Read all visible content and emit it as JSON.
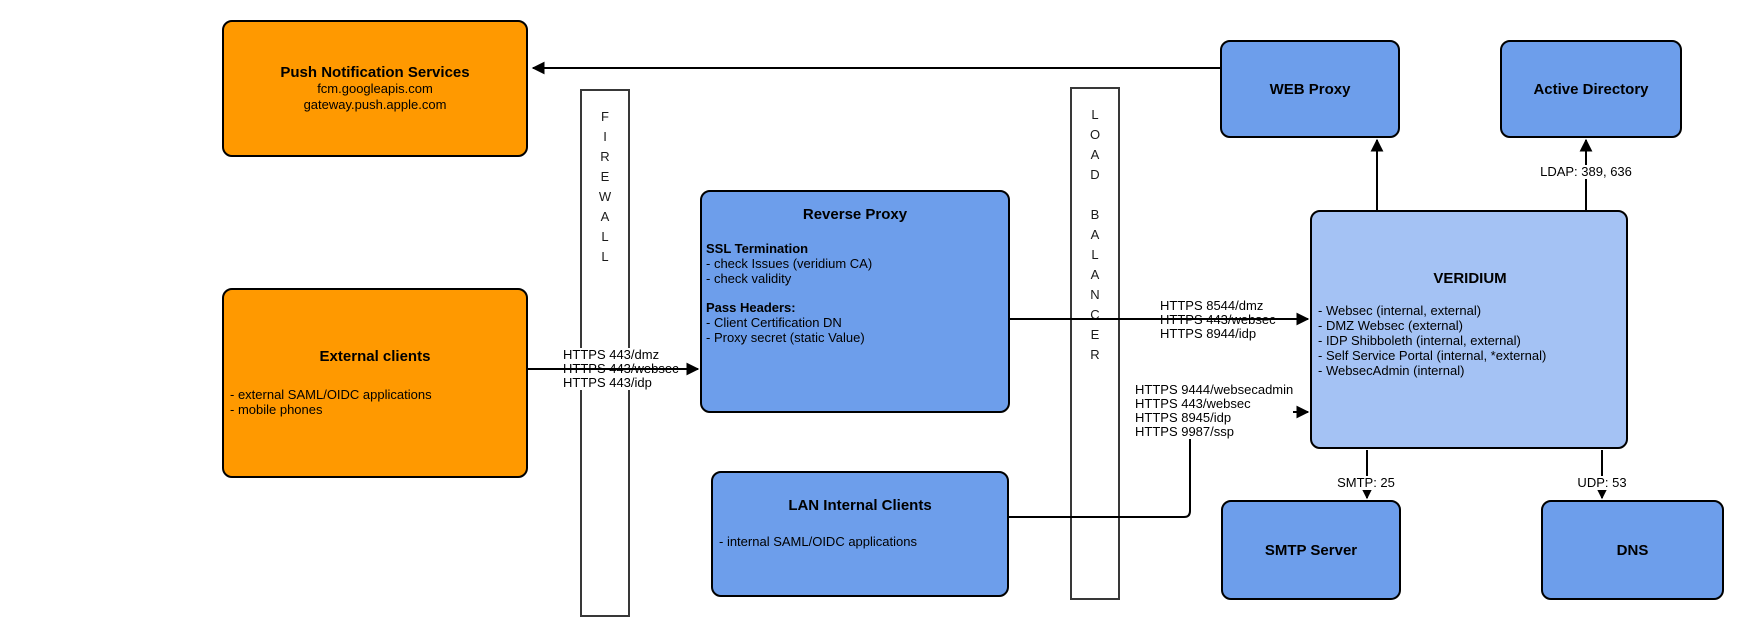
{
  "diagram": {
    "nodes": {
      "push": {
        "title": "Push Notification Services",
        "lines": [
          "fcm.googleapis.com",
          "gateway.push.apple.com"
        ]
      },
      "external": {
        "title": "External clients",
        "bullets": [
          "- external SAML/OIDC applications",
          "- mobile phones"
        ]
      },
      "firewall": {
        "label": "FIREWALL"
      },
      "reverse_proxy": {
        "title": "Reverse Proxy",
        "section1_heading": "SSL Termination",
        "section1_bullets": [
          "- check Issues (veridium CA)",
          "- check validity"
        ],
        "section2_heading": "Pass Headers:",
        "section2_bullets": [
          "- Client Certification DN",
          "- Proxy secret (static Value)"
        ]
      },
      "lan": {
        "title": "LAN Internal Clients",
        "bullets": [
          "- internal SAML/OIDC applications"
        ]
      },
      "load_balancer": {
        "label": "LOAD BALANCER"
      },
      "web_proxy": {
        "title": "WEB Proxy"
      },
      "active_directory": {
        "title": "Active Directory"
      },
      "veridium": {
        "title": "VERIDIUM",
        "bullets": [
          "- Websec (internal, external)",
          "- DMZ Websec (external)",
          "- IDP Shibboleth (internal, external)",
          "- Self Service Portal (internal, *external)",
          "- WebsecAdmin (internal)"
        ]
      },
      "smtp": {
        "title": "SMTP Server"
      },
      "dns": {
        "title": "DNS"
      }
    },
    "edge_labels": {
      "fw": [
        "HTTPS 443/dmz",
        "HTTPS 443/websec",
        "HTTPS 443/idp"
      ],
      "lb_veridium": [
        "HTTPS 8544/dmz",
        "HTTPS 443/websec",
        "HTTPS 8944/idp"
      ],
      "admin_veridium": [
        "HTTPS 9444/websecadmin",
        "HTTPS 443/websec",
        "HTTPS 8945/idp",
        "HTTPS 9987/ssp"
      ],
      "ldap": "LDAP: 389, 636",
      "smtp": "SMTP: 25",
      "udp": "UDP: 53"
    },
    "edges": [
      {
        "from": "web_proxy",
        "to": "push"
      },
      {
        "from": "external",
        "to": "reverse_proxy",
        "labels": "fw"
      },
      {
        "from": "reverse_proxy",
        "to": "veridium",
        "labels": "lb_veridium"
      },
      {
        "from": "lan",
        "to": "veridium",
        "labels": "admin_veridium"
      },
      {
        "from": "veridium",
        "to": "web_proxy"
      },
      {
        "from": "veridium",
        "to": "active_directory",
        "labels": "ldap"
      },
      {
        "from": "veridium",
        "to": "smtp",
        "labels": "smtp"
      },
      {
        "from": "veridium",
        "to": "dns",
        "labels": "udp"
      }
    ],
    "colors": {
      "orange": "#FF9900",
      "blue": "#6D9EEB",
      "light_blue": "#A4C2F4",
      "line": "#000000",
      "bar_border": "#383838"
    }
  }
}
